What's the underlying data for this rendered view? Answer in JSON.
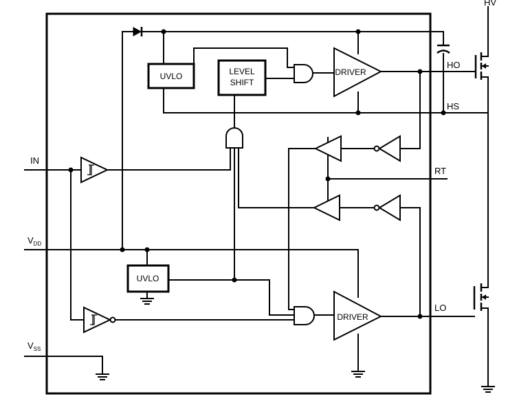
{
  "pins": {
    "hv": "HV",
    "ho": "HO",
    "hs": "HS",
    "in": "IN",
    "rt": "RT",
    "vdd": "V",
    "vdd_sub": "DD",
    "vss": "V",
    "vss_sub": "SS",
    "lo": "LO"
  },
  "blocks": {
    "uvlo_high": "UVLO",
    "uvlo_low": "UVLO",
    "level_shift_line1": "LEVEL",
    "level_shift_line2": "SHIFT",
    "driver_high": "DRIVER",
    "driver_low": "DRIVER"
  },
  "icons": {
    "bootstrap_diode": "diode-icon",
    "bootstrap_capacitor": "capacitor-icon",
    "high_side_fet": "nmos-transistor-icon",
    "low_side_fet": "nmos-transistor-icon",
    "input_buffer": "schmitt-buffer-icon",
    "inverting_input_buffer": "schmitt-inverter-icon",
    "gates": "and-gate-icon",
    "grounds": "ground-icon"
  }
}
